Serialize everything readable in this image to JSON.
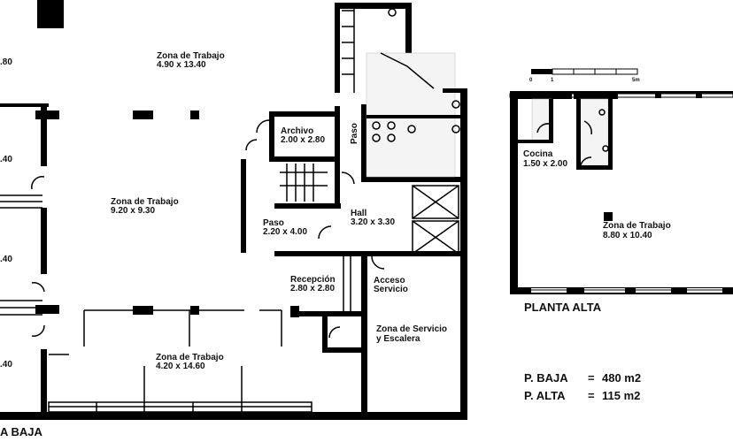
{
  "planta_baja": {
    "title": "A BAJA",
    "rooms": {
      "left_top_dim": ".80",
      "left_mid_dim": ".40",
      "left_mid2_dim": ".40",
      "left_bottom_dim": ".40",
      "zona_trabajo_1": {
        "name": "Zona de Trabajo",
        "dim": "4.90 x 13.40"
      },
      "zona_trabajo_2": {
        "name": "Zona de Trabajo",
        "dim": "9.20 x 9.30"
      },
      "zona_trabajo_3": {
        "name": "Zona de Trabajo",
        "dim": "4.20 x 14.60"
      },
      "archivo": {
        "name": "Archivo",
        "dim": "2.00 x 2.80"
      },
      "paso_vertical": "Paso",
      "paso": {
        "name": "Paso",
        "dim": "2.20 x 4.00"
      },
      "hall": {
        "name": "Hall",
        "dim": "3.20 x 3.30"
      },
      "recepcion": {
        "name": "Recepción",
        "dim": "2.80 x 2.80"
      },
      "acceso": {
        "line1": "Acceso",
        "line2": "Servicio"
      },
      "servicio": {
        "line1": "Zona de Servicio",
        "line2": "y Escalera"
      }
    }
  },
  "planta_alta": {
    "title": "PLANTA ALTA",
    "scale": {
      "start": "0",
      "mid": "1",
      "end": "5m"
    },
    "rooms": {
      "cocina": {
        "name": "Cocina",
        "dim": "1.50 x 2.00"
      },
      "zona_trabajo": {
        "name": "Zona de Trabajo",
        "dim": "8.80 x 10.40"
      }
    }
  },
  "areas": [
    {
      "label": "P. BAJA",
      "eq": "=",
      "value": "480 m2"
    },
    {
      "label": "P. ALTA",
      "eq": "=",
      "value": "115 m2"
    }
  ]
}
